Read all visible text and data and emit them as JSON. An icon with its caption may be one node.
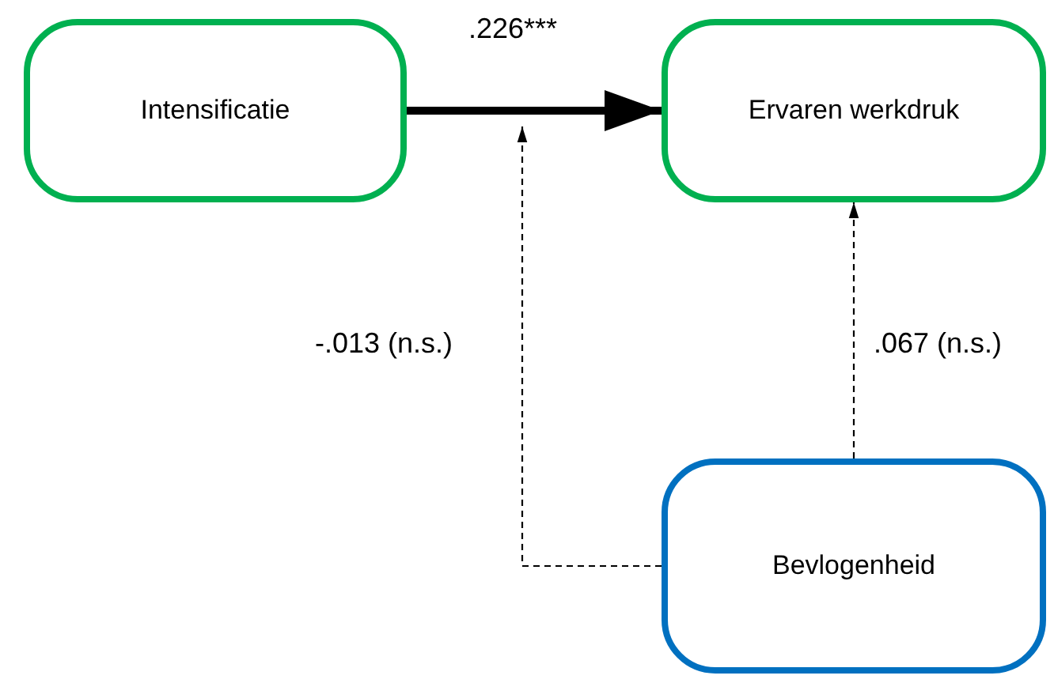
{
  "diagram": {
    "nodes": [
      {
        "text": [
          "Intensificatie"
        ]
      },
      {
        "text": [
          "Ervaren werkdruk"
        ]
      },
      {
        "text": [
          "Bevlogenheid"
        ]
      }
    ],
    "edges": [
      {
        "from": 0,
        "to": 1,
        "arrow": "to",
        "style": "thick",
        "label": ".226***"
      },
      {
        "from": 2,
        "to": null,
        "arrow": "to",
        "style": "dashed",
        "label": "-.013 (n.s.)"
      },
      {
        "from": 2,
        "to": 1,
        "arrow": "to",
        "style": "dashed",
        "label": ".067 (n.s.)"
      }
    ]
  }
}
